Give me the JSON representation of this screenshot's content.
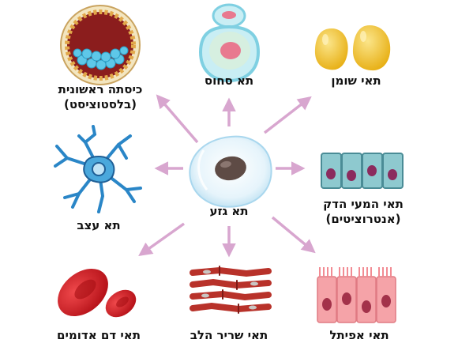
{
  "center": {
    "label": "תא גזע"
  },
  "cells": {
    "blastocyst": {
      "line1": "כיסתה ראשונית",
      "line2": "(בלסטוציסט)"
    },
    "cartilage": {
      "label": "תא סחוס"
    },
    "fat": {
      "label": "תאי שומן"
    },
    "nerve": {
      "label": "תא עצב"
    },
    "intestine": {
      "line1": "תאי המעי הדק",
      "line2": "(אנטרוציטים)"
    },
    "blood": {
      "label": "תאי דם אדומים"
    },
    "heart": {
      "label": "תאי שריר הלב"
    },
    "epithelial": {
      "label": "תאי אפיתל"
    }
  },
  "colors": {
    "arrow": "#d8a6cf",
    "stem_outer": "#cfe9f6",
    "stem_nucleus": "#5e4b45",
    "blood": "#d0151c",
    "fat": "#f1c51f",
    "cartilage": "#9fdced",
    "nerve": "#2a86c7",
    "intestine": "#8ec9cf",
    "heart": "#b8322a",
    "epithelial": "#f5a3a8",
    "blastocyst": "#8b1d1d"
  }
}
